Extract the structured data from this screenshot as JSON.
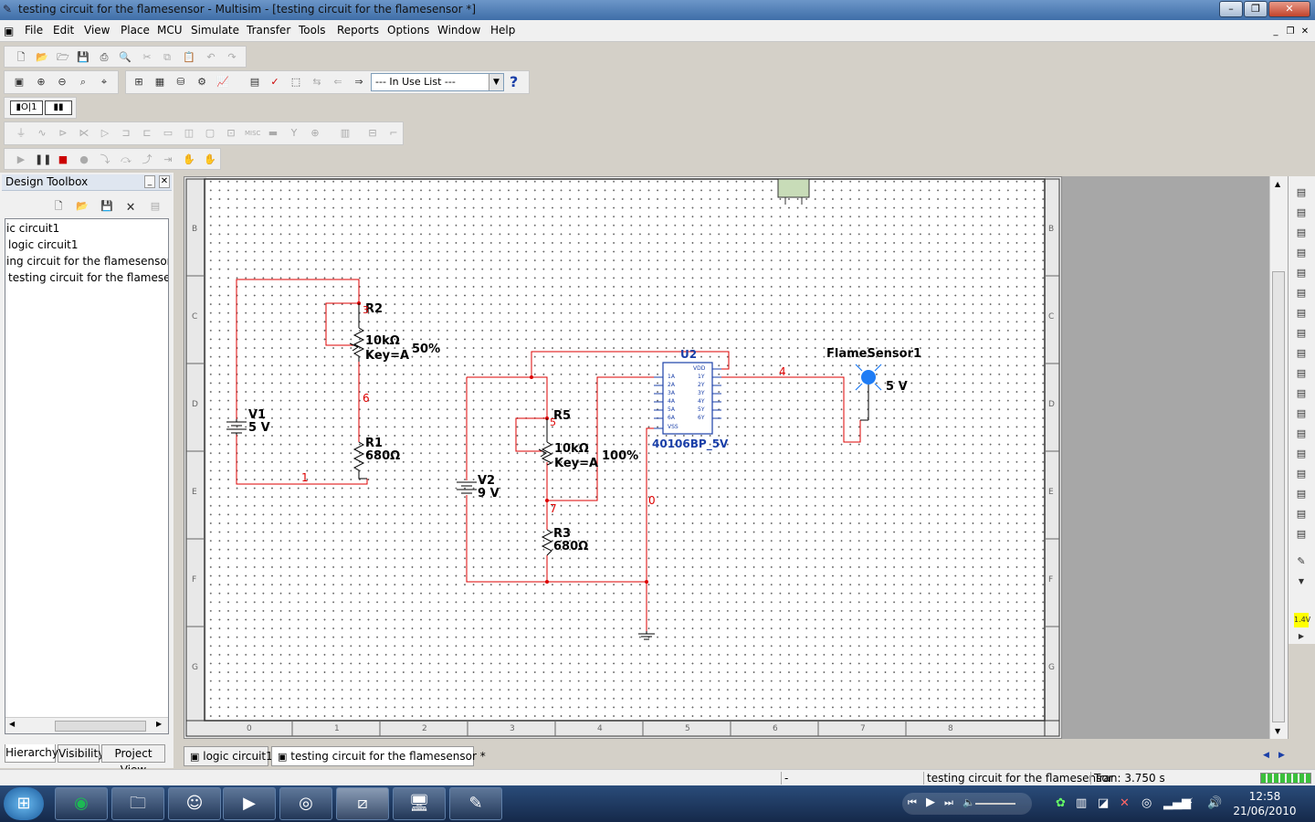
{
  "window": {
    "title": "testing circuit for the flamesensor - Multisim - [testing circuit for the flamesensor *]"
  },
  "menu": [
    "File",
    "Edit",
    "View",
    "Place",
    "MCU",
    "Simulate",
    "Transfer",
    "Tools",
    "Reports",
    "Options",
    "Window",
    "Help"
  ],
  "toolbar": {
    "in_use_list": "--- In Use List ---",
    "help_glyph": "?"
  },
  "toolbox": {
    "title": "Design Toolbox",
    "items": [
      "ic circuit1",
      "logic circuit1",
      "ing circuit for the flamesensor",
      "testing circuit for the flamesenso"
    ],
    "tabs": [
      "Hierarchy",
      "Visibility",
      "Project View"
    ]
  },
  "circuit": {
    "components": {
      "R2": {
        "name": "R2",
        "value": "10kΩ",
        "key": "Key=A",
        "percent": "50%"
      },
      "R1": {
        "name": "R1",
        "value": "680Ω"
      },
      "V1": {
        "name": "V1",
        "value": "5 V"
      },
      "R5": {
        "name": "R5",
        "value": "10kΩ",
        "key": "Key=A",
        "percent": "100%"
      },
      "R3": {
        "name": "R3",
        "value": "680Ω"
      },
      "V2": {
        "name": "V2",
        "value": "9 V"
      },
      "U2": {
        "name": "U2",
        "part": "40106BP_5V",
        "pins_left": [
          "1A",
          "2A",
          "3A",
          "4A",
          "5A",
          "6A",
          "VSS"
        ],
        "pins_right": [
          "VDD",
          "1Y",
          "2Y",
          "3Y",
          "4Y",
          "5Y",
          "6Y"
        ]
      },
      "FlameSensor1": {
        "name": "FlameSensor1",
        "value": "5 V"
      }
    },
    "nets": {
      "n1": "1",
      "n3": "3",
      "n4": "4",
      "n5": "5",
      "n6": "6",
      "n7": "7",
      "n0": "0"
    },
    "border_rows": [
      "B",
      "C",
      "D",
      "E",
      "F",
      "G"
    ],
    "border_cols": [
      "0",
      "1",
      "2",
      "3",
      "4",
      "5",
      "6",
      "7",
      "8"
    ]
  },
  "doc_tabs": [
    "logic circuit1",
    "testing circuit for the flamesensor *"
  ],
  "status": {
    "left": "-",
    "doc": "testing circuit for the flamesensor",
    "tran": "Tran: 3.750 s"
  },
  "taskbar": {
    "time": "12:58",
    "date": "21/06/2010"
  }
}
